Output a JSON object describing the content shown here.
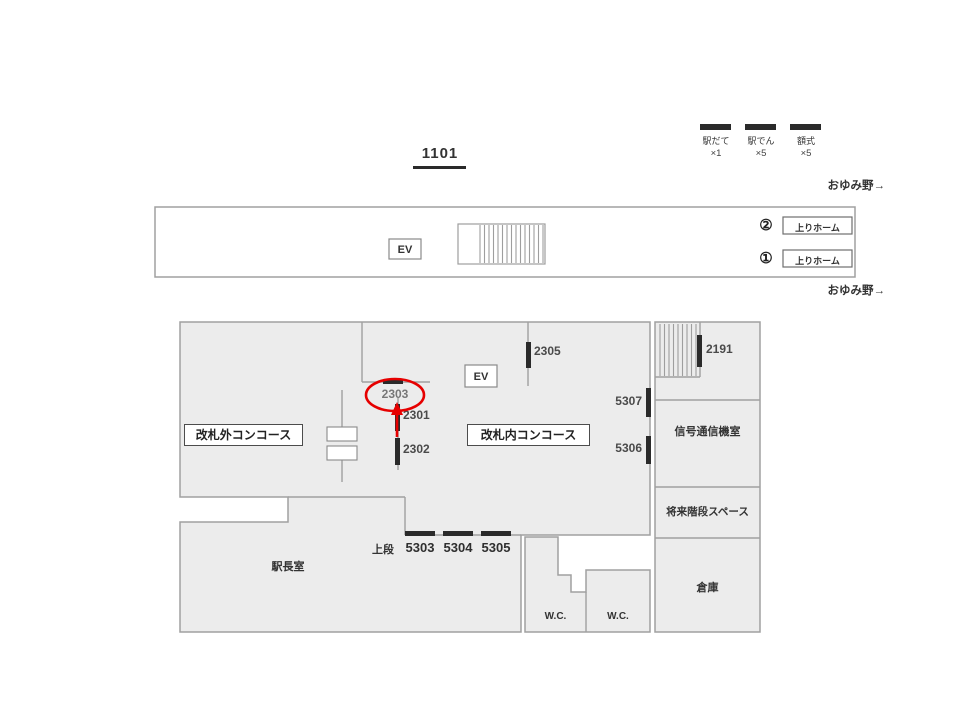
{
  "colors": {
    "floor_fill": "#ececec",
    "wall": "#a0a0a0",
    "bar": "#2a2a2a",
    "text": "#333333",
    "accent_red": "#e60000"
  },
  "title": {
    "text": "1101"
  },
  "legend": {
    "items": [
      {
        "label": "駅だて",
        "count": "×1"
      },
      {
        "label": "駅でん",
        "count": "×5"
      },
      {
        "label": "額式",
        "count": "×5"
      }
    ]
  },
  "direction": {
    "upper": "おゆみ野→",
    "lower": "おゆみ野→"
  },
  "platform": {
    "ev": "EV",
    "tracks": [
      {
        "number": "②",
        "name": "上りホーム"
      },
      {
        "number": "①",
        "name": "上りホーム"
      }
    ]
  },
  "floor": {
    "outside_concourse": "改札外コンコース",
    "inside_concourse": "改札内コンコース",
    "ev": "EV",
    "stationmaster_office": "駅長室",
    "signal_room": "信号通信機室",
    "future_stairs": "将来階段スペース",
    "storage": "倉庫",
    "wc_left": "W.C.",
    "wc_right": "W.C.",
    "upper_tier": "上段",
    "ads": {
      "n2305": "2305",
      "n2191": "2191",
      "n2303": "2303",
      "n2301": "2301",
      "n2302": "2302",
      "n5307": "5307",
      "n5306": "5306",
      "n5303": "5303",
      "n5304": "5304",
      "n5305": "5305"
    }
  },
  "annotation": {
    "target": "2303"
  }
}
